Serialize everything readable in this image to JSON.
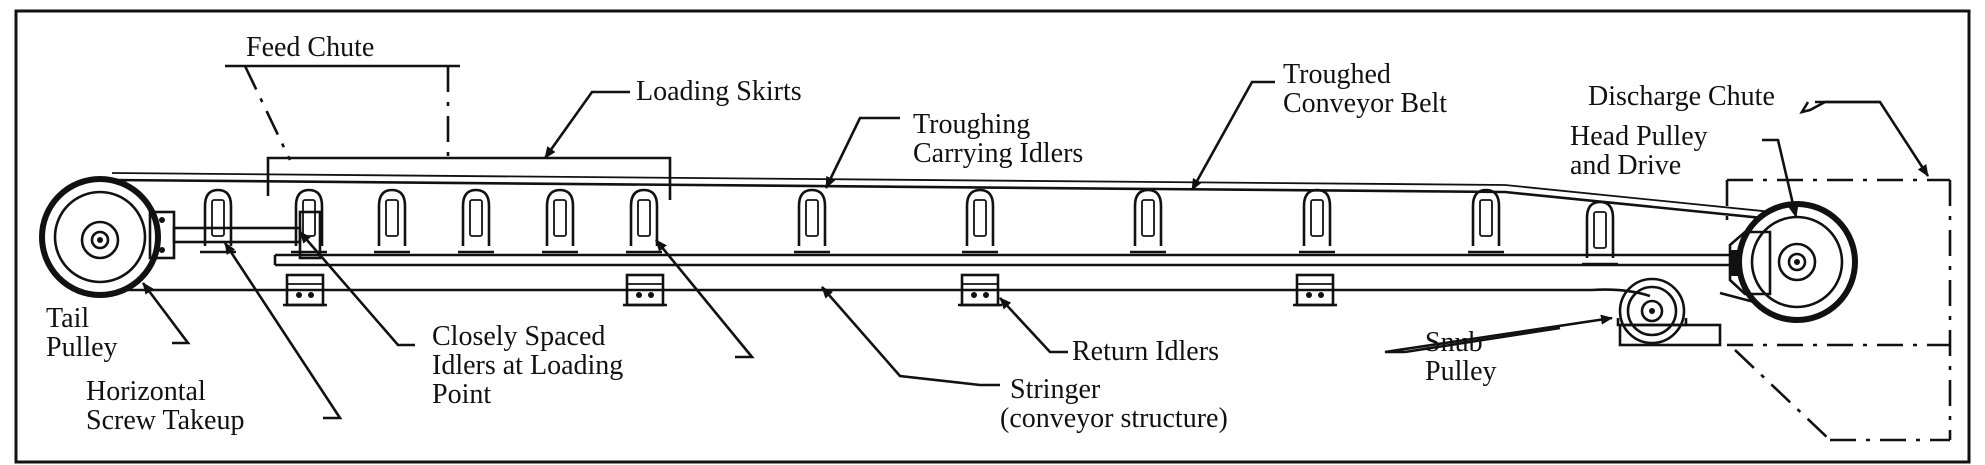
{
  "labels": {
    "feed_chute": "Feed Chute",
    "loading_skirts": "Loading Skirts",
    "troughing_1": "Troughing",
    "troughing_2": "Carrying Idlers",
    "belt_1": "Troughed",
    "belt_2": "Conveyor Belt",
    "discharge_chute": "Discharge Chute",
    "head_1": "Head Pulley",
    "head_2": "and Drive",
    "tail_1": "Tail",
    "tail_2": "Pulley",
    "takeup_1": "Horizontal",
    "takeup_2": "Screw Takeup",
    "close_1": "Closely Spaced",
    "close_2": "Idlers at Loading",
    "close_3": "Point",
    "return_idlers": "Return Idlers",
    "stringer_1": "Stringer",
    "stringer_2": "(conveyor structure)",
    "snub_1": "Snub",
    "snub_2": "Pulley"
  }
}
